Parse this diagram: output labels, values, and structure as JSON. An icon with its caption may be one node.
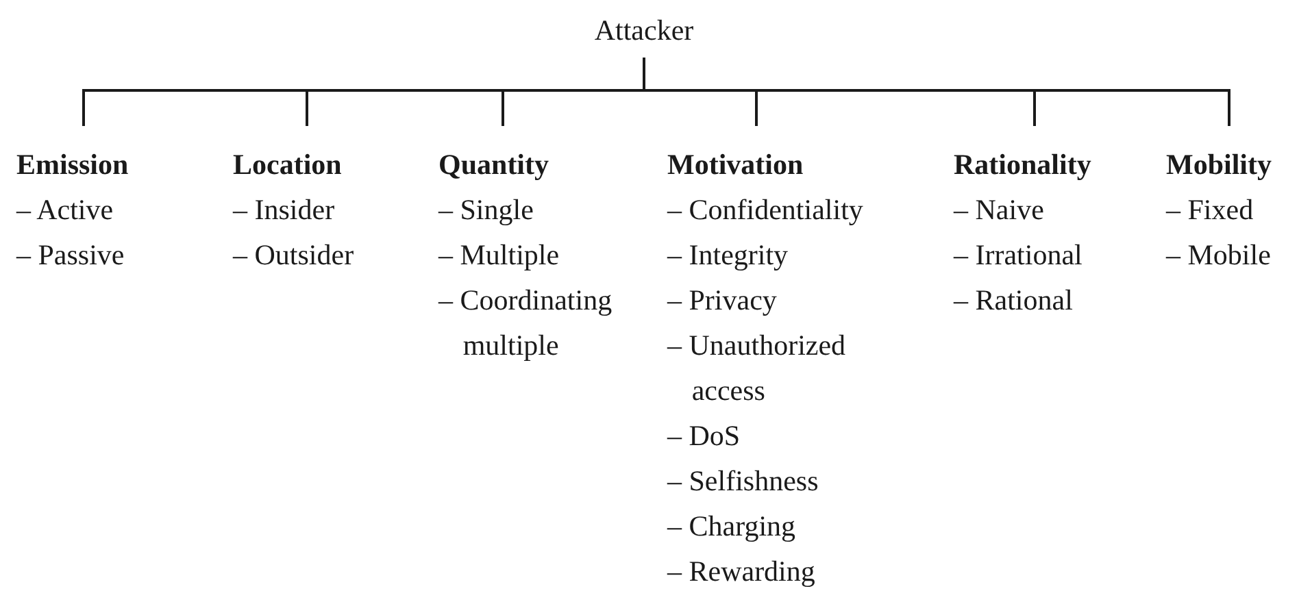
{
  "diagram": {
    "nodes": [
      {
        "text": [
          "Attacker"
        ]
      },
      {
        "text": [
          "Emission",
          "– Active",
          "– Passive"
        ]
      },
      {
        "text": [
          "Location",
          "– Insider",
          "– Outsider"
        ]
      },
      {
        "text": [
          "Quantity",
          "– Single",
          "– Multiple",
          "– Coordinating multiple"
        ]
      },
      {
        "text": [
          "Motivation",
          "– Confidentiality",
          "– Integrity",
          "– Privacy",
          "– Unauthorized access",
          "– DoS",
          "– Selfishness",
          "– Charging",
          "– Rewarding"
        ]
      },
      {
        "text": [
          "Rationality",
          "– Naive",
          "– Irrational",
          "– Rational"
        ]
      },
      {
        "text": [
          "Mobility",
          "– Fixed",
          "– Mobile"
        ]
      }
    ],
    "edges": [
      {
        "from": 0,
        "to": 1,
        "arrow": "none"
      },
      {
        "from": 0,
        "to": 2,
        "arrow": "none"
      },
      {
        "from": 0,
        "to": 3,
        "arrow": "none"
      },
      {
        "from": 0,
        "to": 4,
        "arrow": "none"
      },
      {
        "from": 0,
        "to": 5,
        "arrow": "none"
      },
      {
        "from": 0,
        "to": 6,
        "arrow": "none"
      }
    ]
  }
}
